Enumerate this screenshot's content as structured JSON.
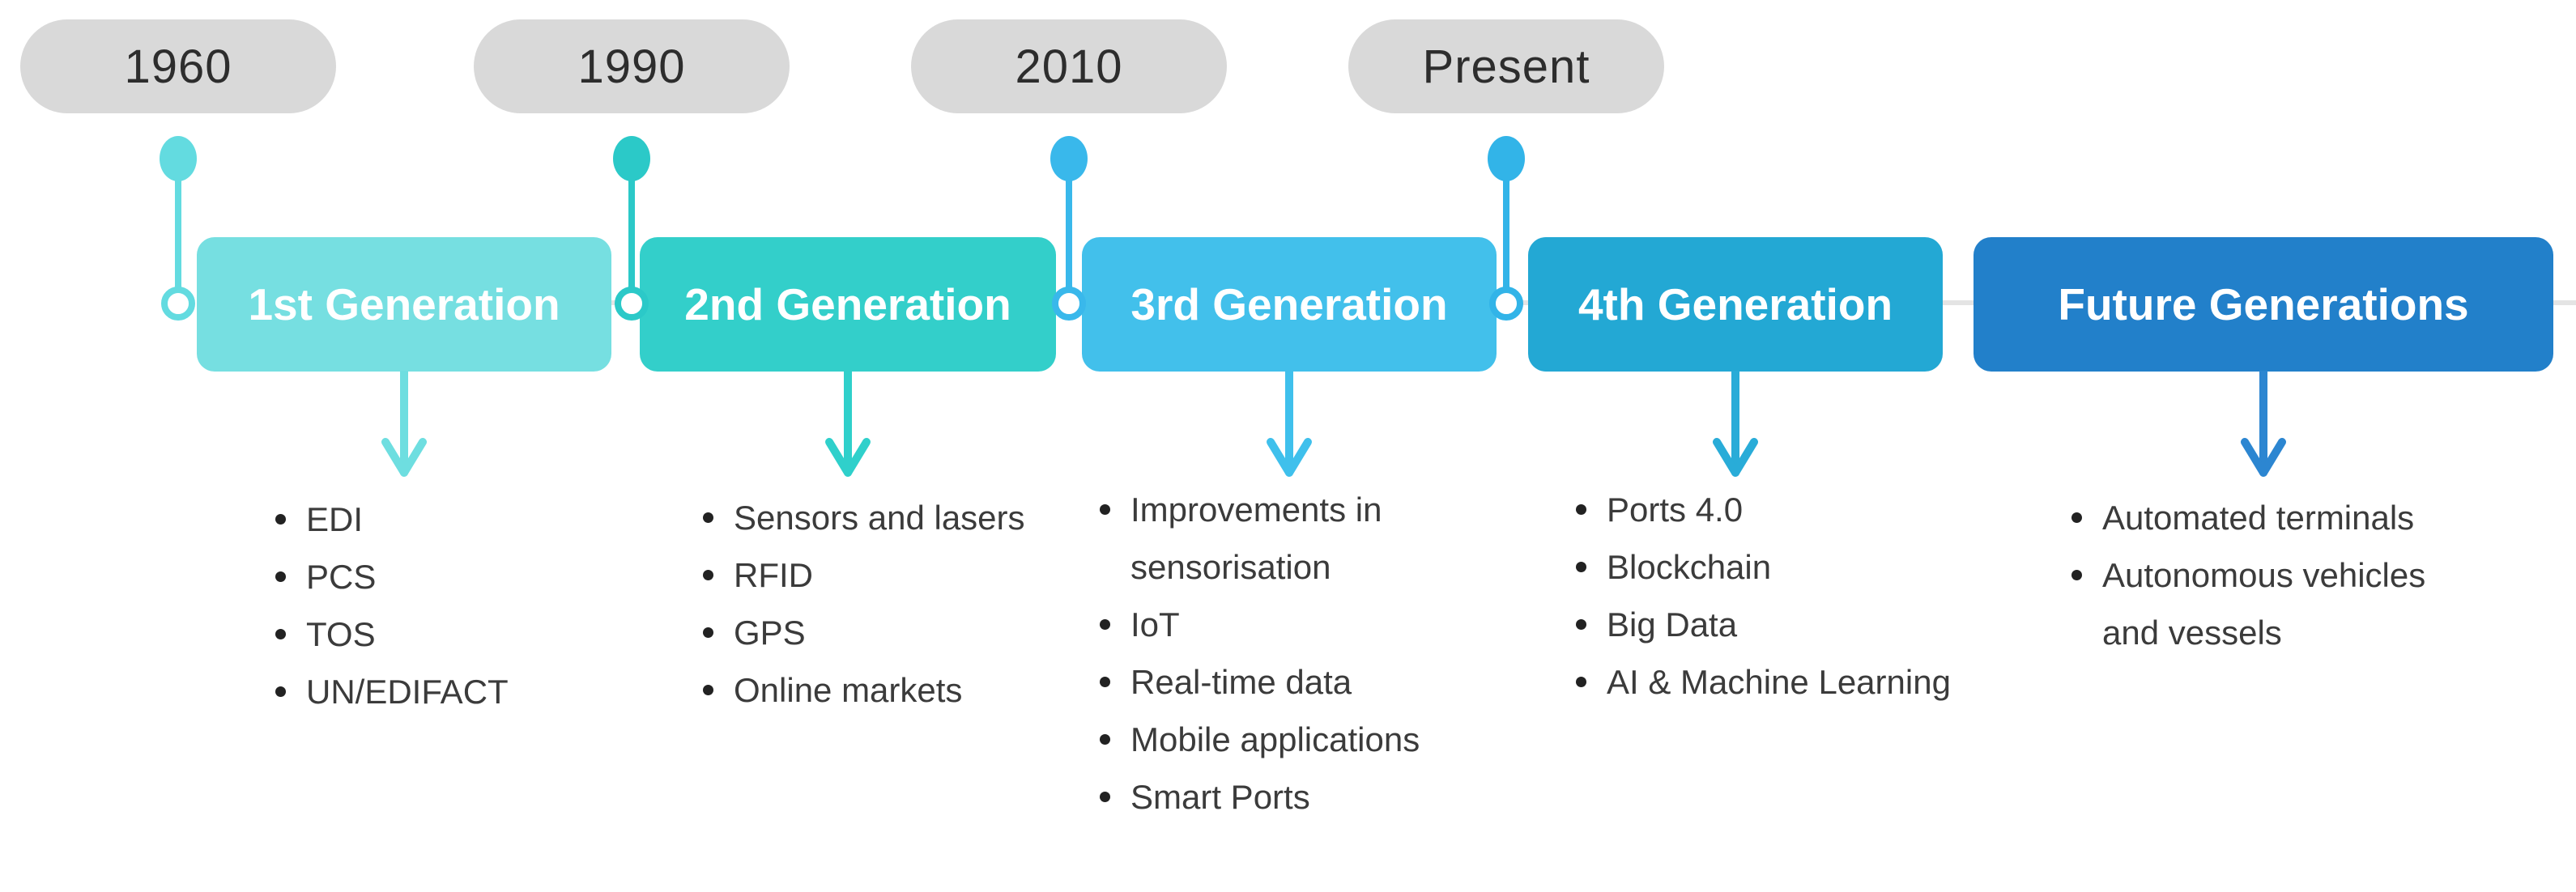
{
  "palette": {
    "background": "#ffffff",
    "pill_bg": "#d9d9d9",
    "pill_text": "#2d2d2d",
    "baseline": "#e4e4e4",
    "list_text": "#3b3b3b",
    "bullet": "#222222",
    "box_text": "#ffffff",
    "milestone1": "#63dbe0",
    "milestone2": "#2bc9c8",
    "milestone3": "#39b8eb",
    "milestone4": "#32b4e8",
    "box1": "#76dfe1",
    "box2": "#33cfca",
    "box3": "#42c0eb",
    "box4": "#23a8d4",
    "box5": "#2280ca",
    "arrow1": "#6edee0",
    "arrow2": "#2fd0cb",
    "arrow3": "#3fc0ec",
    "arrow4": "#29acd8",
    "arrow5": "#2c86d1"
  },
  "milestones": [
    {
      "year": "1960"
    },
    {
      "year": "1990"
    },
    {
      "year": "2010"
    },
    {
      "year": "Present"
    }
  ],
  "columns": [
    {
      "title": "1st Generation",
      "items": [
        "EDI",
        "PCS",
        "TOS",
        "UN/EDIFACT"
      ]
    },
    {
      "title": "2nd Generation",
      "items": [
        "Sensors and lasers",
        "RFID",
        "GPS",
        "Online markets"
      ]
    },
    {
      "title": "3rd Generation",
      "items": [
        "Improvements in sensorisation",
        "IoT",
        "Real-time data",
        "Mobile applications",
        "Smart Ports"
      ]
    },
    {
      "title": "4th Generation",
      "items": [
        "Ports 4.0",
        "Blockchain",
        "Big Data",
        "AI & Machine Learning"
      ]
    },
    {
      "title": "Future Generations",
      "items": [
        "Automated terminals",
        "Autonomous vehicles and vessels"
      ]
    }
  ]
}
